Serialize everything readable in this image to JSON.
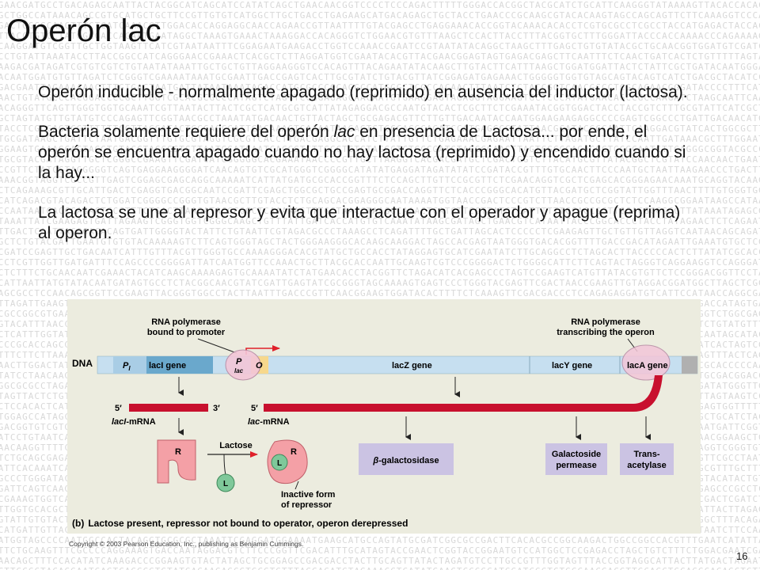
{
  "slide": {
    "title": "Operón lac",
    "paragraphs": [
      {
        "text": "Operón inducible - normalmente apagado (reprimido) en ausencia del inductor (lactosa)."
      },
      {
        "before": "Bacteria solamente requiere del operón ",
        "italic": "lac",
        "after": " en presencia de Lactosa... por ende, el operón se encuentra apagado cuando no hay lactosa (reprimido) y encendido cuando si la hay..."
      },
      {
        "text": "La lactosa se une al represor y evita que interactue con el operador y apague (reprima) al operon."
      }
    ],
    "page_number": "16"
  },
  "figure": {
    "label_polymerase_promoter_line1": "RNA polymerase",
    "label_polymerase_promoter_line2": "bound to promoter",
    "label_polymerase_transcribing_line1": "RNA polymerase",
    "label_polymerase_transcribing_line2": "transcribing the operon",
    "dna_label": "DNA",
    "regions": {
      "pi": "P",
      "pi_sub": "I",
      "laci": "lacI gene",
      "plac": "P",
      "plac_sub": "lac",
      "operator": "O",
      "lacz": "lacZ gene",
      "lacy": "lacY gene",
      "laca": "lacA gene"
    },
    "mrna_laci": {
      "five": "5′",
      "three": "3′",
      "label_italic": "lacI",
      "label_rest": "-mRNA"
    },
    "mrna_lac": {
      "five": "5′",
      "label_italic": "lac",
      "label_rest": "-mRNA"
    },
    "repressor_letter": "R",
    "lactose_label": "Lactose",
    "lactose_letter": "L",
    "inactive_line1": "Inactive form",
    "inactive_line2": "of repressor",
    "products": {
      "galactosidase_symbol": "β",
      "galactosidase_rest": "-galactosidase",
      "permease_line1": "Galactoside",
      "permease_line2": "permease",
      "transacetylase_line1": "Trans-",
      "transacetylase_line2": "acetylase"
    },
    "caption_tag": "(b)",
    "caption_text": "Lactose present, repressor not bound to operator, operon derepressed"
  },
  "copyright": "Copyright © 2003 Pearson Education, Inc., publishing as Benjamin Cummings.",
  "colors": {
    "dna_track": "#c6dff0",
    "laci_gene": "#6aa8cc",
    "plac": "#f3c6d8",
    "operator": "#f7d88c",
    "mrna": "#c8102e",
    "repressor": "#f4a0a6",
    "lactose": "#7fc89a",
    "product_box": "#cbc3e3",
    "figure_bg": "#ececdf"
  }
}
